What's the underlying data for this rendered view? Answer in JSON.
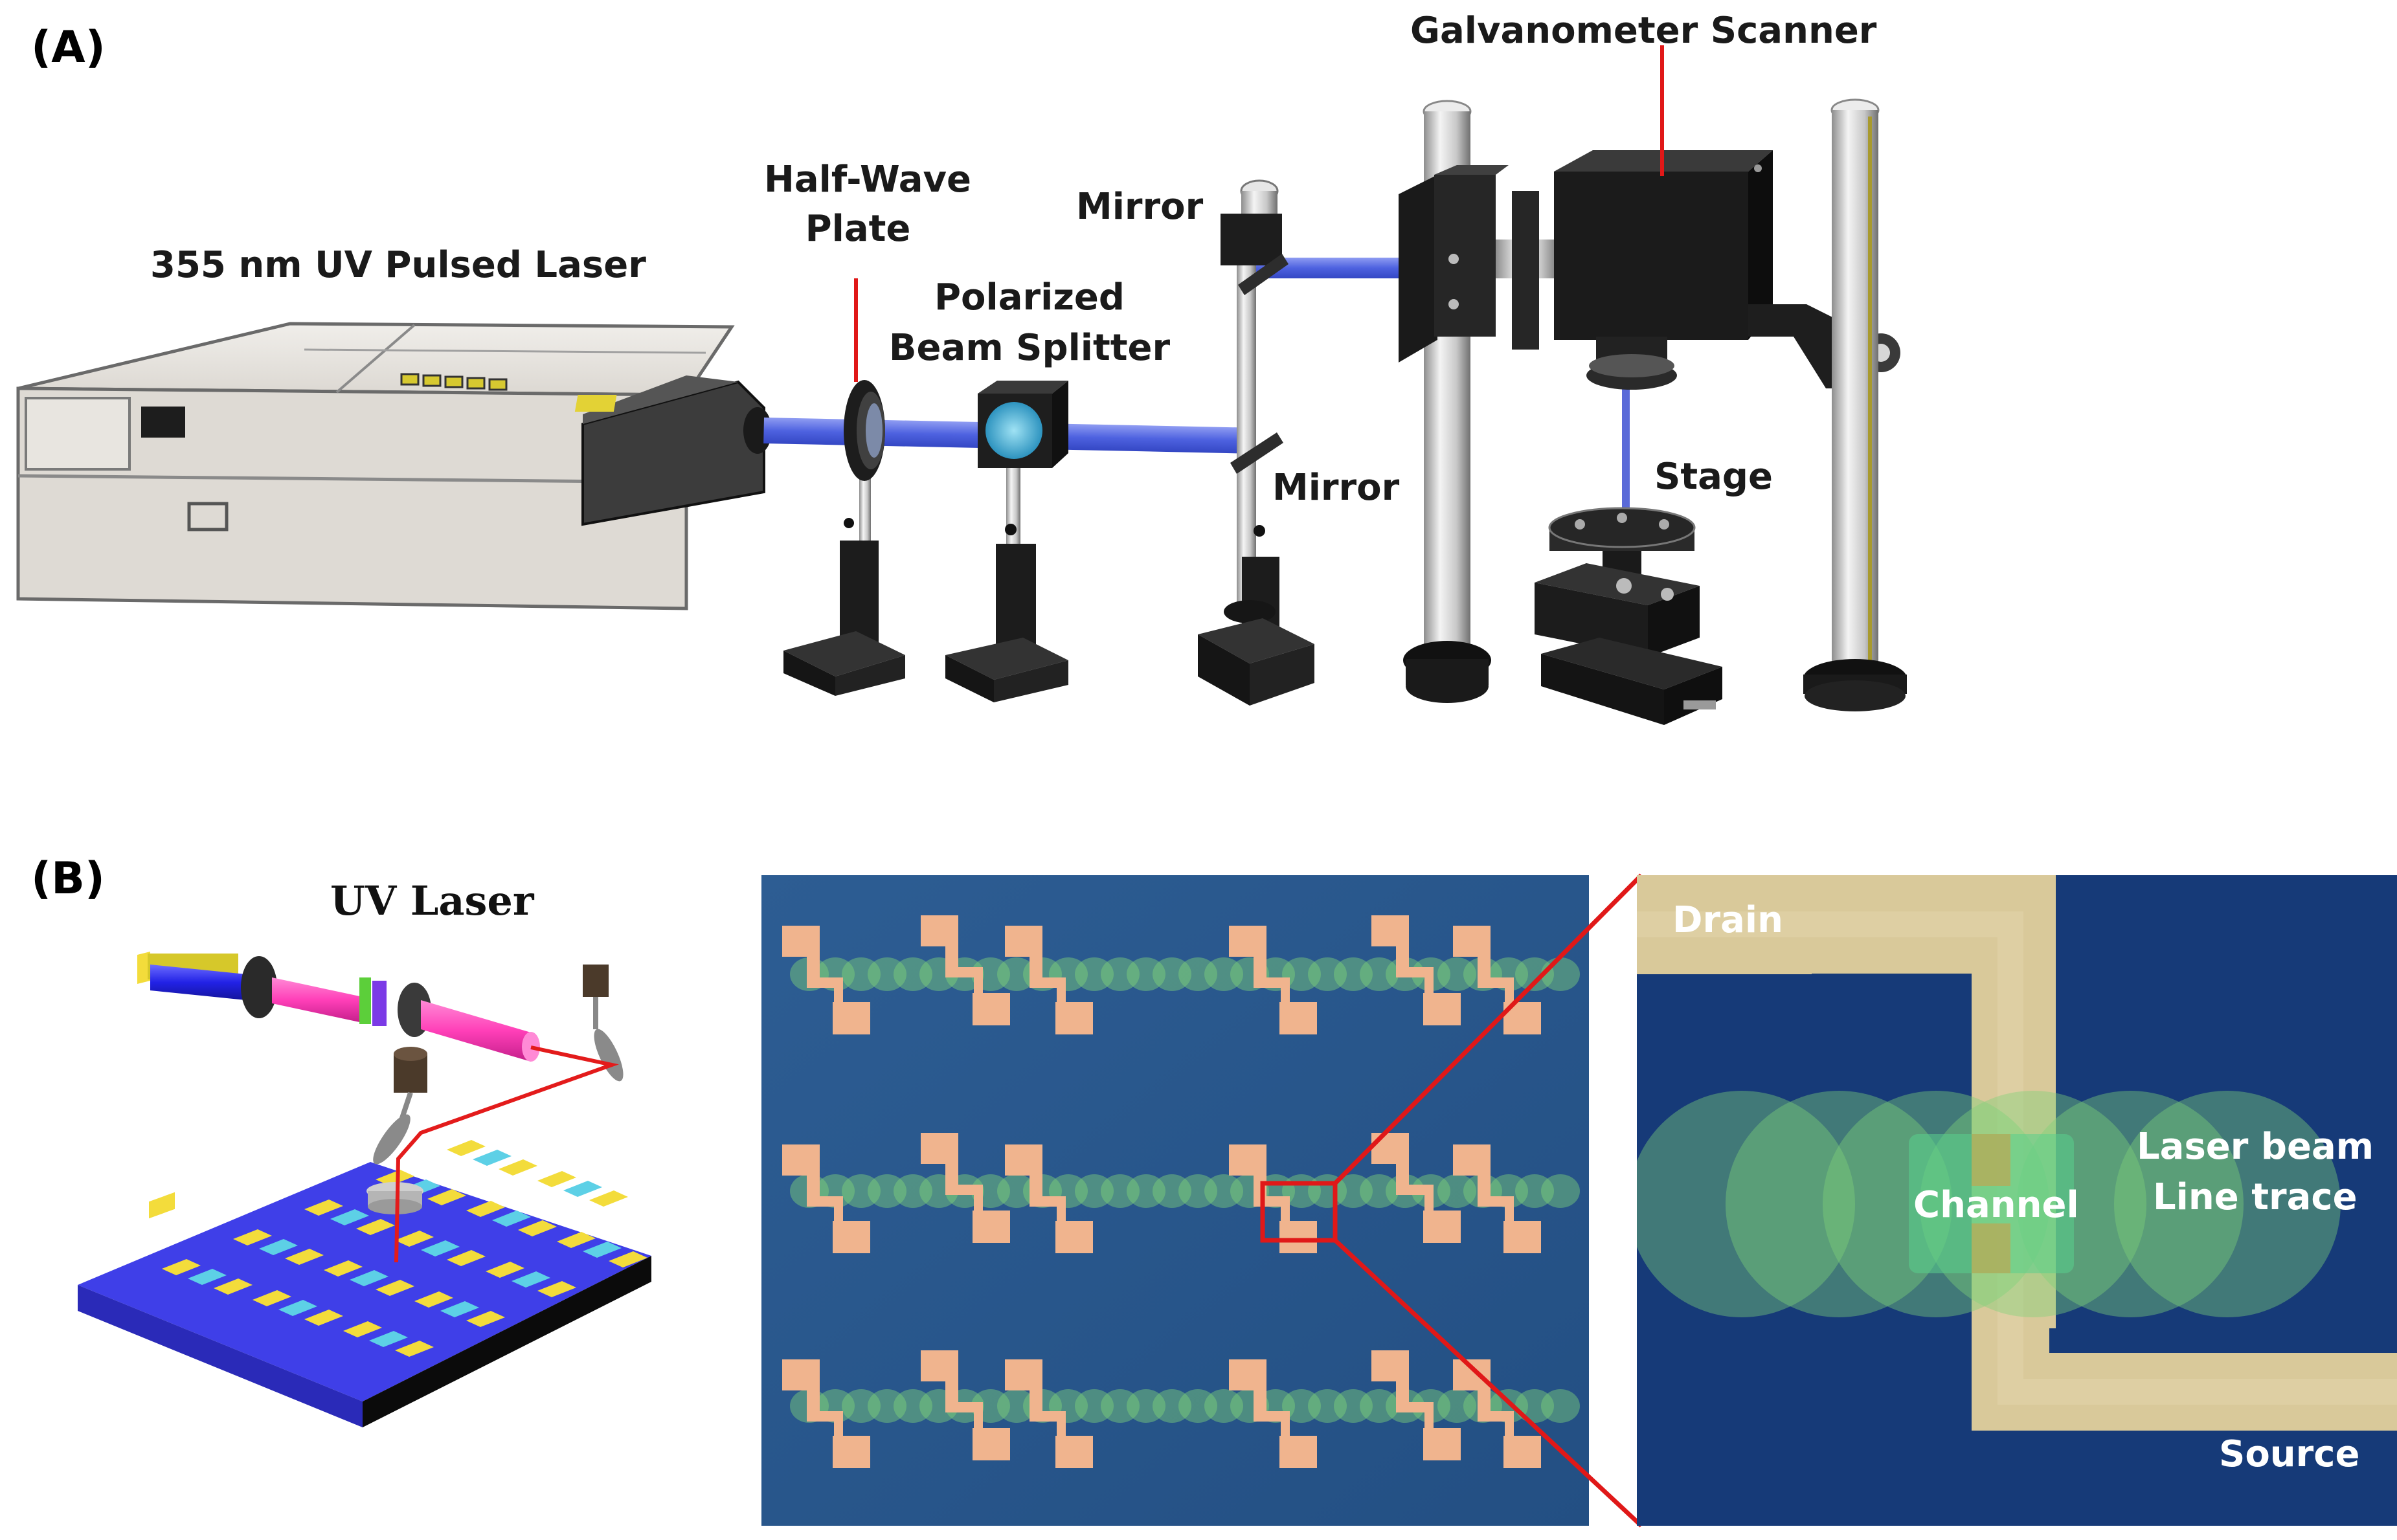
{
  "panels": {
    "a": {
      "tag": "(A)",
      "labels": {
        "laser": "355 nm UV Pulsed Laser",
        "half_wave_line1": "Half-Wave",
        "half_wave_line2": "Plate",
        "pbs_line1": "Polarized",
        "pbs_line2": "Beam Splitter",
        "mirror_top": "Mirror",
        "mirror_bottom": "Mirror",
        "galvo": "Galvanometer Scanner",
        "stage": "Stage"
      }
    },
    "b": {
      "tag": "(B)",
      "uv_laser": "UV Laser",
      "zoom": {
        "drain": "Drain",
        "source": "Source",
        "channel": "Channel",
        "trace_line1": "Laser beam",
        "trace_line2": "Line trace"
      }
    }
  },
  "colors": {
    "beam": "#5b6ee8",
    "laser_body": "#e4e1dc",
    "optics_dark": "#1b1b1b",
    "pointer_red": "#e01818",
    "substrate_blue": "#2f5f96",
    "electrode": "#f2b48f",
    "trace_green": "#7fd27a",
    "zoom_bg": "#163a78",
    "zoom_trace": "#d9c99a"
  }
}
